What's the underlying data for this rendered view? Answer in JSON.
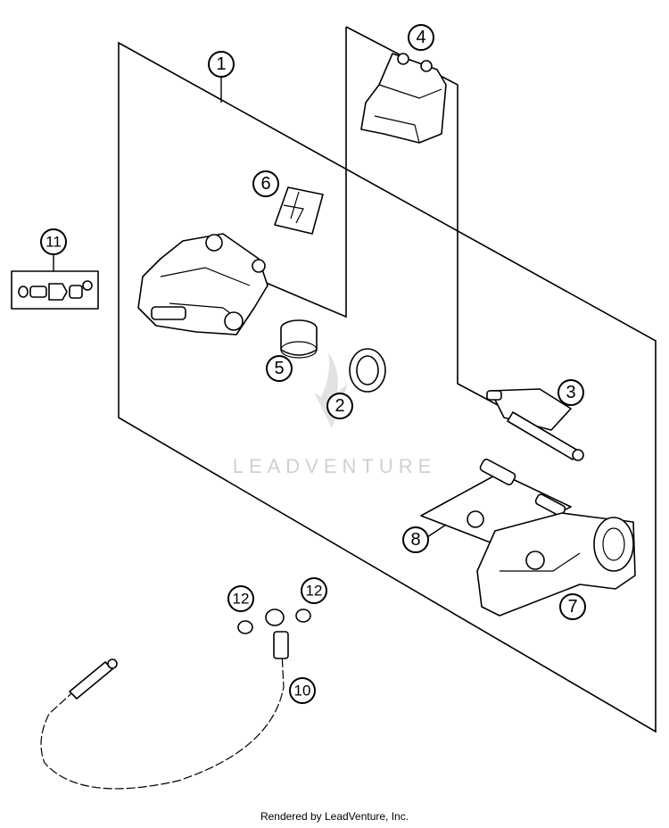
{
  "diagram": {
    "callouts": {
      "c1": "1",
      "c2": "2",
      "c3": "3",
      "c4": "4",
      "c5": "5",
      "c6": "6",
      "c7": "7",
      "c8": "8",
      "c10": "10",
      "c11": "11",
      "c12a": "12",
      "c12b": "12"
    },
    "watermark": "LEADVENTURE",
    "footer": "Rendered by LeadVenture, Inc."
  }
}
